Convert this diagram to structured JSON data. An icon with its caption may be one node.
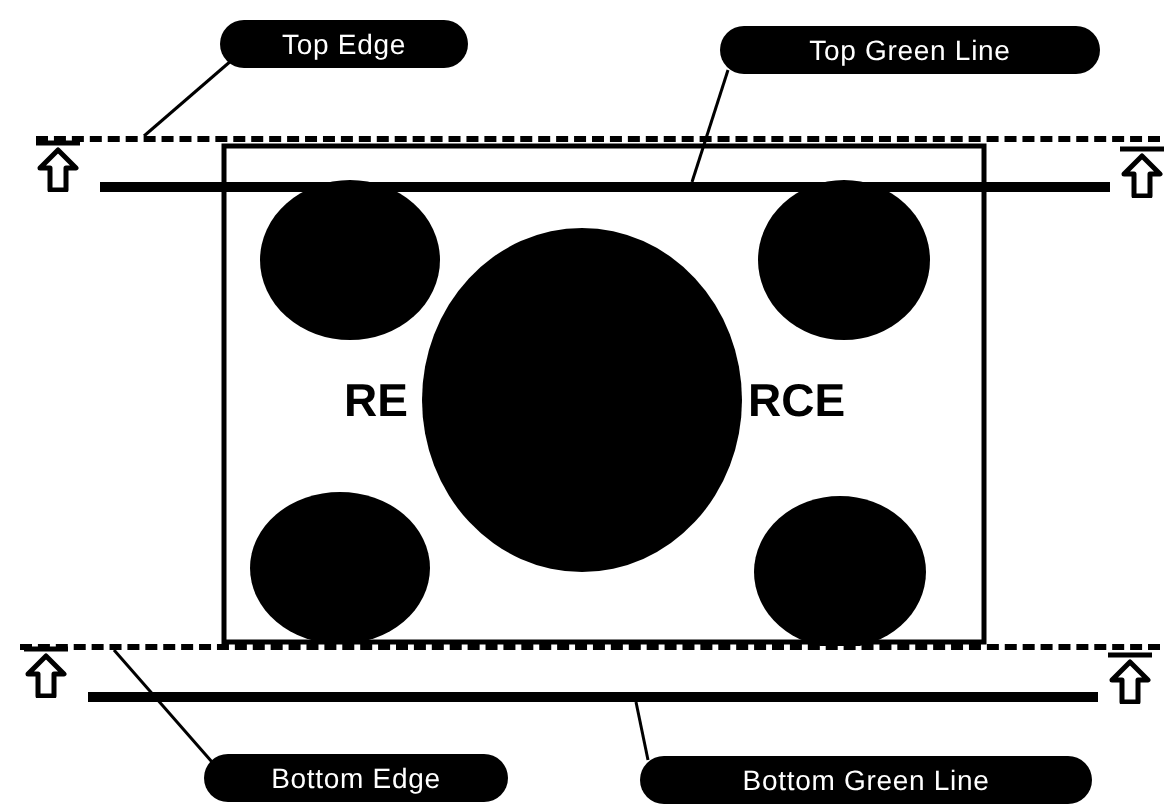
{
  "diagram": {
    "nodes": [
      {
        "text": [
          "Top Edge"
        ]
      },
      {
        "text": [
          "Top Green Line"
        ]
      },
      {
        "text": [
          "Bottom Edge"
        ]
      },
      {
        "text": [
          "Bottom Green Line"
        ]
      },
      {
        "text": [],
        "shape": "line"
      },
      {
        "text": [],
        "shape": "bar"
      },
      {
        "text": [],
        "shape": "line"
      },
      {
        "text": [],
        "shape": "bar"
      }
    ],
    "edges": [
      {
        "from": 0,
        "to": 4,
        "arrow": "none"
      },
      {
        "from": 1,
        "to": 5,
        "arrow": "none"
      },
      {
        "from": 2,
        "to": 6,
        "arrow": "none"
      },
      {
        "from": 3,
        "to": 7,
        "arrow": "none"
      }
    ],
    "labels": [
      "RE",
      "RCE"
    ]
  }
}
